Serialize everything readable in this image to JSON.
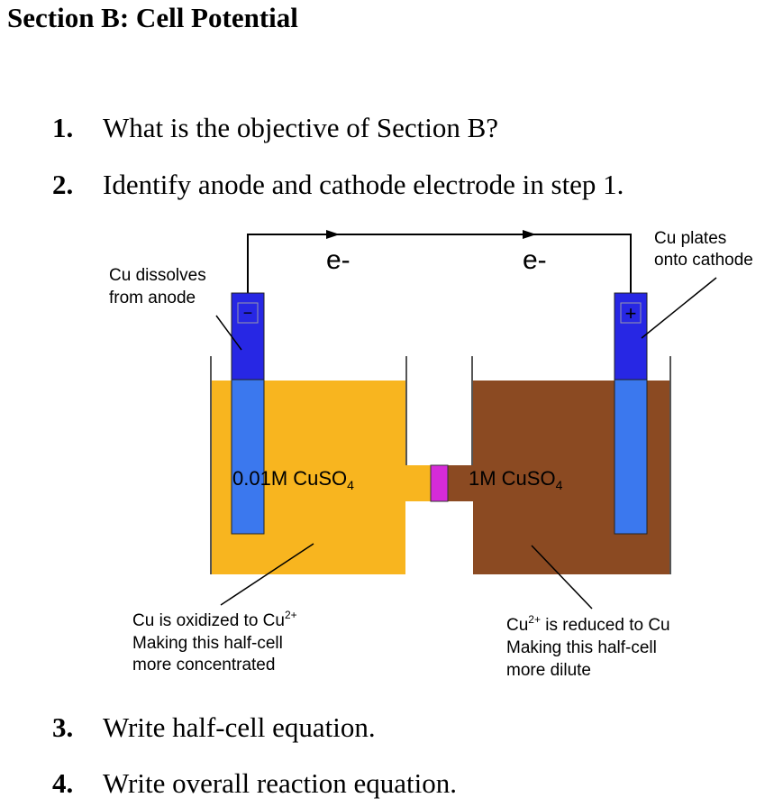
{
  "heading": "Section B: Cell Potential",
  "questions_top": [
    {
      "num": "1.",
      "text": "What is the objective of Section B?"
    },
    {
      "num": "2.",
      "text": "Identify anode and cathode electrode in step 1."
    }
  ],
  "questions_bottom": [
    {
      "num": "3.",
      "text": "Write half-cell equation."
    },
    {
      "num": "4.",
      "text": "Write overall reaction equation."
    }
  ],
  "diagram": {
    "electron_left": "e-",
    "electron_right": "e-",
    "anode_sign": "−",
    "cathode_sign": "+",
    "left_solution": {
      "conc": "0.01M CuSO",
      "sub": "4"
    },
    "right_solution": {
      "conc": "1M CuSO",
      "sub": "4"
    },
    "anode_note": [
      "Cu dissolves",
      "from anode"
    ],
    "cathode_note": [
      "Cu plates",
      "onto cathode"
    ],
    "left_note": {
      "line1_pre": "Cu is oxidized to Cu",
      "line1_sup": "2+",
      "line2": "Making this half-cell",
      "line3": "more concentrated"
    },
    "right_note": {
      "line1_pre": "Cu",
      "line1_sup": "2+",
      "line1_post": " is reduced to Cu",
      "line2": "Making this half-cell",
      "line3": "more dilute"
    },
    "colors": {
      "left_solution": "#f8b51f",
      "right_solution": "#8b4a22",
      "electrode_dark": "#2727e4",
      "electrode_light": "#3b78ee",
      "salt_bridge": "#d62bd8"
    }
  }
}
